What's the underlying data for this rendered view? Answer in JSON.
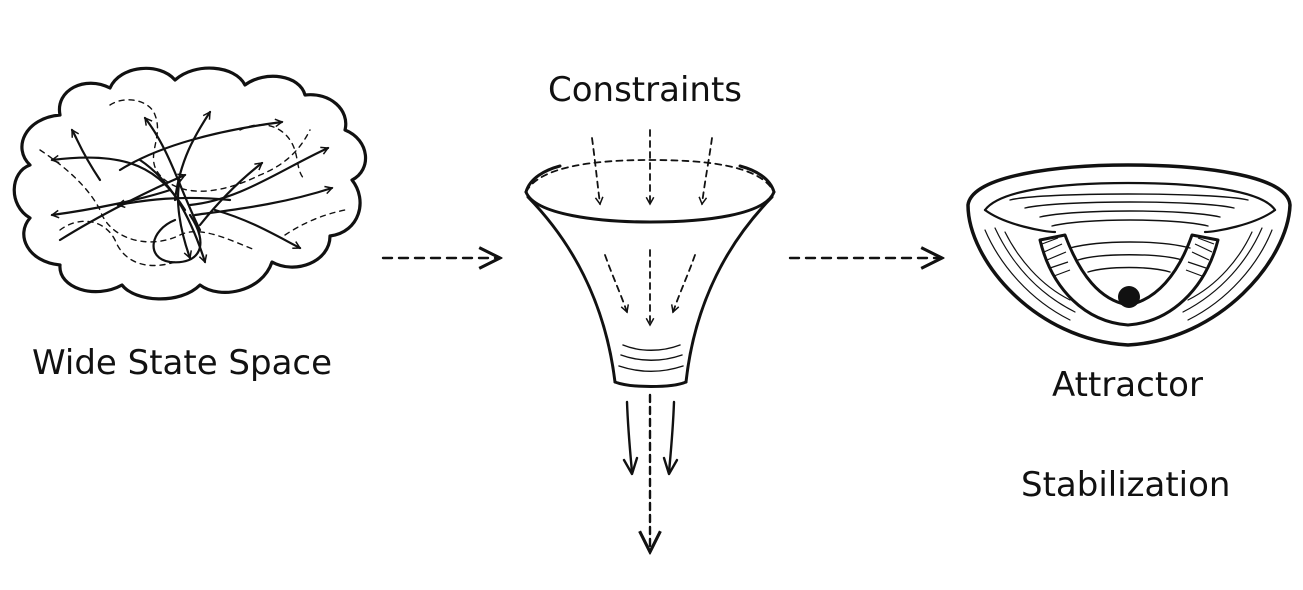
{
  "labels": {
    "wide_state_space": "Wide State Space",
    "constraints": "Constraints",
    "attractor": "Attractor",
    "stabilization": "Stabilization"
  },
  "colors": {
    "ink": "#111111",
    "background": "#ffffff"
  }
}
